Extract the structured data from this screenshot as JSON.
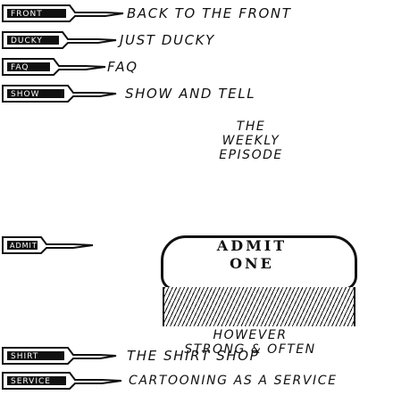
{
  "nav": [
    {
      "key": "front",
      "label": "BACK TO THE FRONT",
      "tag": "FRONT"
    },
    {
      "key": "ducky",
      "label": "JUST DUCKY",
      "tag": "DUCKY"
    },
    {
      "key": "faq",
      "label": "FAQ",
      "tag": "FAQ"
    },
    {
      "key": "show",
      "label": "SHOW AND TELL",
      "tag": "SHOW"
    }
  ],
  "episode": {
    "title_lines": [
      "THE",
      "WEEKLY",
      "EPISODE"
    ],
    "ticket_top": "ADMIT",
    "ticket_bottom": "ONE",
    "caption_lines": [
      "HOWEVER",
      "STRONG & OFTEN"
    ],
    "tag": "ADMIT"
  },
  "nav_bottom": [
    {
      "key": "shirt",
      "label": "THE SHIRT SHOP",
      "tag": "SHIRT"
    },
    {
      "key": "cartooning",
      "label": "CARTOONING AS A SERVICE",
      "tag": "SERVICE"
    }
  ]
}
